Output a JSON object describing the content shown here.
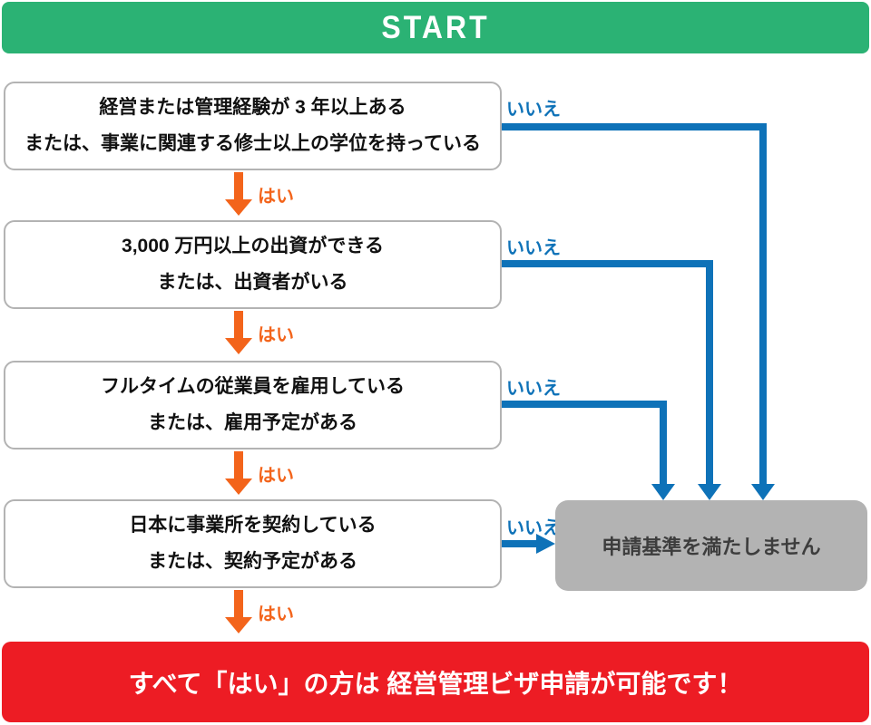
{
  "start_label": "START",
  "steps": [
    {
      "line1": "経営または管理経験が 3 年以上ある",
      "line2": "または、事業に関連する修士以上の学位を持っている",
      "yes": "はい",
      "no": "いいえ"
    },
    {
      "line1": "3,000 万円以上の出資ができる",
      "line2": "または、出資者がいる",
      "yes": "はい",
      "no": "いいえ"
    },
    {
      "line1": "フルタイムの従業員を雇用している",
      "line2": "または、雇用予定がある",
      "yes": "はい",
      "no": "いいえ"
    },
    {
      "line1": "日本に事業所を契約している",
      "line2": "または、契約予定がある",
      "yes": "はい",
      "no": "いいえ"
    }
  ],
  "fail_label": "申請基準を満たしません",
  "result_label": "すべて「はい」の方は 経営管理ビザ申請が可能です！",
  "colors": {
    "start_green": "#2bb274",
    "no_blue": "#0e72b8",
    "yes_orange": "#f3641b",
    "result_red": "#ed1c24",
    "fail_gray": "#b3b3b3"
  }
}
